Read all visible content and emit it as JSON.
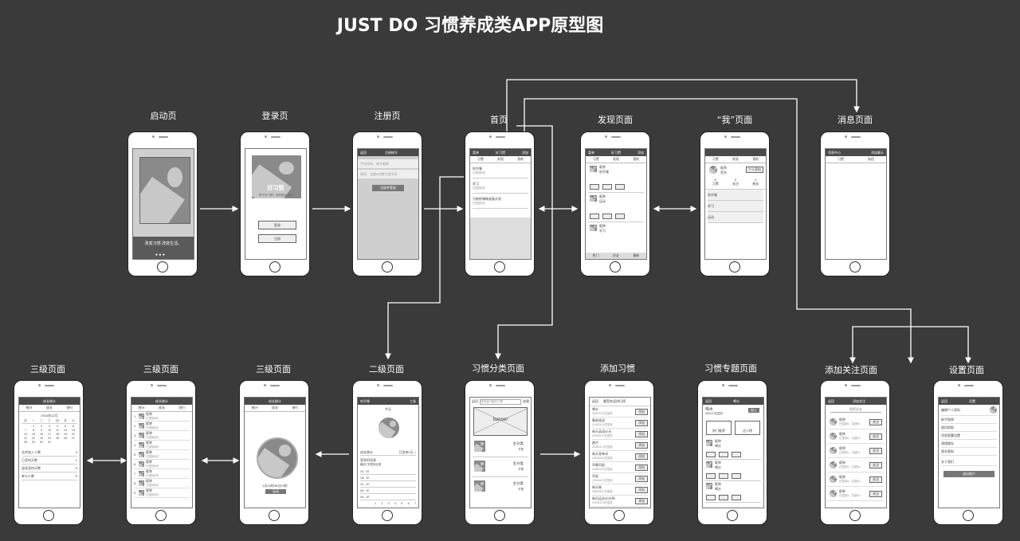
{
  "title": "JUST DO  习惯养成类APP原型图",
  "labels": {
    "splash": "启动页",
    "login": "登录页",
    "register": "注册页",
    "home": "首页",
    "discover": "发现页面",
    "me": "“我”页面",
    "messages": "消息页面",
    "level3_a": "三级页面",
    "level3_b": "三级页面",
    "level3_c": "三级页面",
    "level2": "二级页面",
    "category": "习惯分类页面",
    "add_habit": "添加习惯",
    "topic": "习惯专题页面",
    "add_follow": "添加关注页面",
    "settings": "设置页面"
  },
  "splash": {
    "slogan": "改变习惯 改变生活。"
  },
  "login": {
    "brand": "好习惯",
    "tagline": "种下好习惯，收获更多果实",
    "login_btn": "登录",
    "register_btn": "注册"
  },
  "register": {
    "back": "返回",
    "title": "注册帐号",
    "phone_ph": "手机号码、帐号昵称",
    "pwd_ph": "密码、长度8位数字或字母",
    "submit": "注册并登录"
  },
  "home": {
    "bar_left": "菜单",
    "bar_title": "好习惯",
    "bar_right": "添加",
    "tabs": [
      "习惯",
      "发现",
      "我的"
    ],
    "items": [
      {
        "name": "吃早餐",
        "sub": "已坚持5天"
      },
      {
        "name": "学习",
        "sub": "已坚持8天"
      },
      {
        "name": "为俯卧撑做准备计划",
        "sub": "已坚持9天"
      }
    ]
  },
  "discover": {
    "bar_left": "菜单",
    "bar_title": "好习惯",
    "bar_right": "添加",
    "tabs": [
      "习惯",
      "发现",
      "我的"
    ],
    "posts": [
      {
        "user": "昵称",
        "text": "吃早餐"
      },
      {
        "user": "昵称",
        "text": "运动"
      },
      {
        "user": "昵称",
        "text": "学习"
      }
    ],
    "bottom": [
      "热门",
      "好友",
      "最新"
    ]
  },
  "me": {
    "tabs": [
      "习惯",
      "发现",
      "我的"
    ],
    "user": "昵称",
    "info": "签名",
    "profile_btn": "个人资料",
    "stats": [
      {
        "n": "6",
        "l": "习惯"
      },
      {
        "n": "0",
        "l": "关注"
      },
      {
        "n": "0",
        "l": "粉丝"
      }
    ],
    "records": [
      "吃早餐",
      "学习",
      "运动"
    ]
  },
  "messages": {
    "bar_left": "消息中心",
    "bar_right": "添加聊天",
    "tabs": [
      "习惯",
      "私信"
    ]
  },
  "level3a": {
    "title": "成长统计",
    "tabs": [
      "统计",
      "成长",
      "排行"
    ],
    "month": "2015年12月",
    "weekdays": [
      "日",
      "一",
      "二",
      "三",
      "四",
      "五",
      "六"
    ],
    "days": [
      "",
      "1",
      "2",
      "3",
      "4",
      "5",
      "6",
      "7",
      "8",
      "9",
      "10",
      "11",
      "12",
      "13",
      "14",
      "15",
      "16",
      "17",
      "18",
      "19",
      "20",
      "21",
      "22",
      "23",
      "24",
      "25",
      "26",
      "27",
      "28",
      "29",
      "30",
      "31"
    ],
    "stats": [
      {
        "l": "总共加入人数",
        "v": "3"
      },
      {
        "l": "已坚持天数",
        "v": "1"
      },
      {
        "l": "连续坚持天数",
        "v": "0"
      },
      {
        "l": "参与人数",
        "v": "5"
      }
    ]
  },
  "level3b": {
    "title": "成长统计",
    "tabs": [
      "统计",
      "成长",
      "排行"
    ],
    "ranks": [
      "1",
      "2",
      "3",
      "4",
      "5",
      "6",
      "7",
      "8",
      "9"
    ],
    "user": "昵称",
    "sub": "已坚持8天"
  },
  "level3c": {
    "title": "成长统计",
    "tabs": [
      "统计",
      "成长",
      "排行"
    ],
    "time": "1天03时38分23秒",
    "btn": "运动"
  },
  "level2": {
    "bar_left": "吃早餐",
    "bar_right": "工具",
    "date": "今天",
    "stat_label": "成长统计",
    "stat_value": "已坚持1天 >",
    "chart_title": "签到时间表",
    "chart_sub": "最近7天签到记录",
    "times": [
      "24：00",
      "18：00",
      "12：00",
      "06：00",
      "00：00"
    ],
    "xdays": [
      "1",
      "2",
      "3",
      "4",
      "5",
      "6",
      "7"
    ]
  },
  "category": {
    "back": "返回",
    "search_ph": "搜索感兴趣的习惯",
    "create": "创建",
    "banner": "banner",
    "cats": [
      {
        "t": "主分类",
        "s": "子类"
      },
      {
        "t": "主分类",
        "s": "子类"
      },
      {
        "t": "主分类",
        "s": "子类"
      }
    ]
  },
  "addhabit": {
    "back": "返回",
    "title": "最受欢迎排行榜",
    "add": "添加",
    "items": [
      {
        "n": "喝水",
        "c": "334221人在坚持"
      },
      {
        "n": "睡前阅读",
        "c": "214221人在坚持"
      },
      {
        "n": "每天英语30天",
        "c": "224231人在坚持"
      },
      {
        "n": "跑步",
        "c": "204521人在坚持"
      },
      {
        "n": "每天背单词",
        "c": "182422人在坚持"
      },
      {
        "n": "早睡早起",
        "c": "218312人在坚持"
      },
      {
        "n": "早起",
        "c": "176142人在坚持"
      },
      {
        "n": "每天做",
        "c": "280095人在坚持"
      },
      {
        "n": "每天运动30分钟",
        "c": "212312人在坚持"
      }
    ]
  },
  "topic": {
    "back": "返回",
    "title": "喝水",
    "name": "喝水",
    "count": "3342人在坚持",
    "join": "加入",
    "btn1": "热门推荐",
    "btn2": "达人榜",
    "user": "昵称",
    "text": "喝水"
  },
  "addfollow": {
    "back": "返回",
    "title": "添加关注",
    "search": "搜索好友",
    "users": [
      {
        "n": "昵称",
        "s": "已坚持x，共进xx"
      },
      {
        "n": "昵称",
        "s": "已坚持x，共进xx"
      },
      {
        "n": "昵称",
        "s": "已坚持x，共进xx"
      },
      {
        "n": "昵称",
        "s": "已坚持x，共进xx"
      },
      {
        "n": "昵称",
        "s": "已坚持x，共进xx"
      },
      {
        "n": "昵称",
        "s": "已坚持x，共进xx"
      }
    ],
    "follow": "关注"
  },
  "settings": {
    "back": "返回",
    "title": "设置",
    "items": [
      "编辑个人资料",
      "新手指南",
      "使用帮助",
      "消息提醒设置",
      "清理缓存",
      "版本更新",
      "关于我们"
    ],
    "logout": "退出账户"
  }
}
